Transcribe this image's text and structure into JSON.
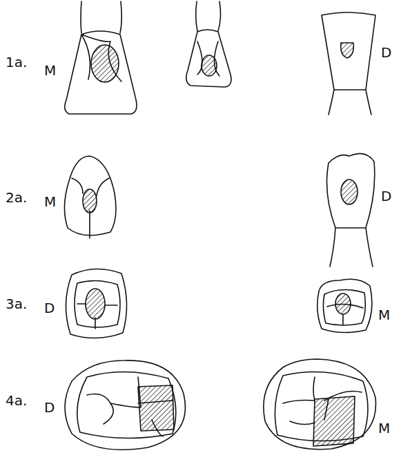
{
  "diagram": {
    "labels": [
      "1a.",
      "M",
      "D",
      "2a.",
      "M",
      "D",
      "3a.",
      "D",
      "M",
      "4a.",
      "D",
      "M"
    ]
  }
}
